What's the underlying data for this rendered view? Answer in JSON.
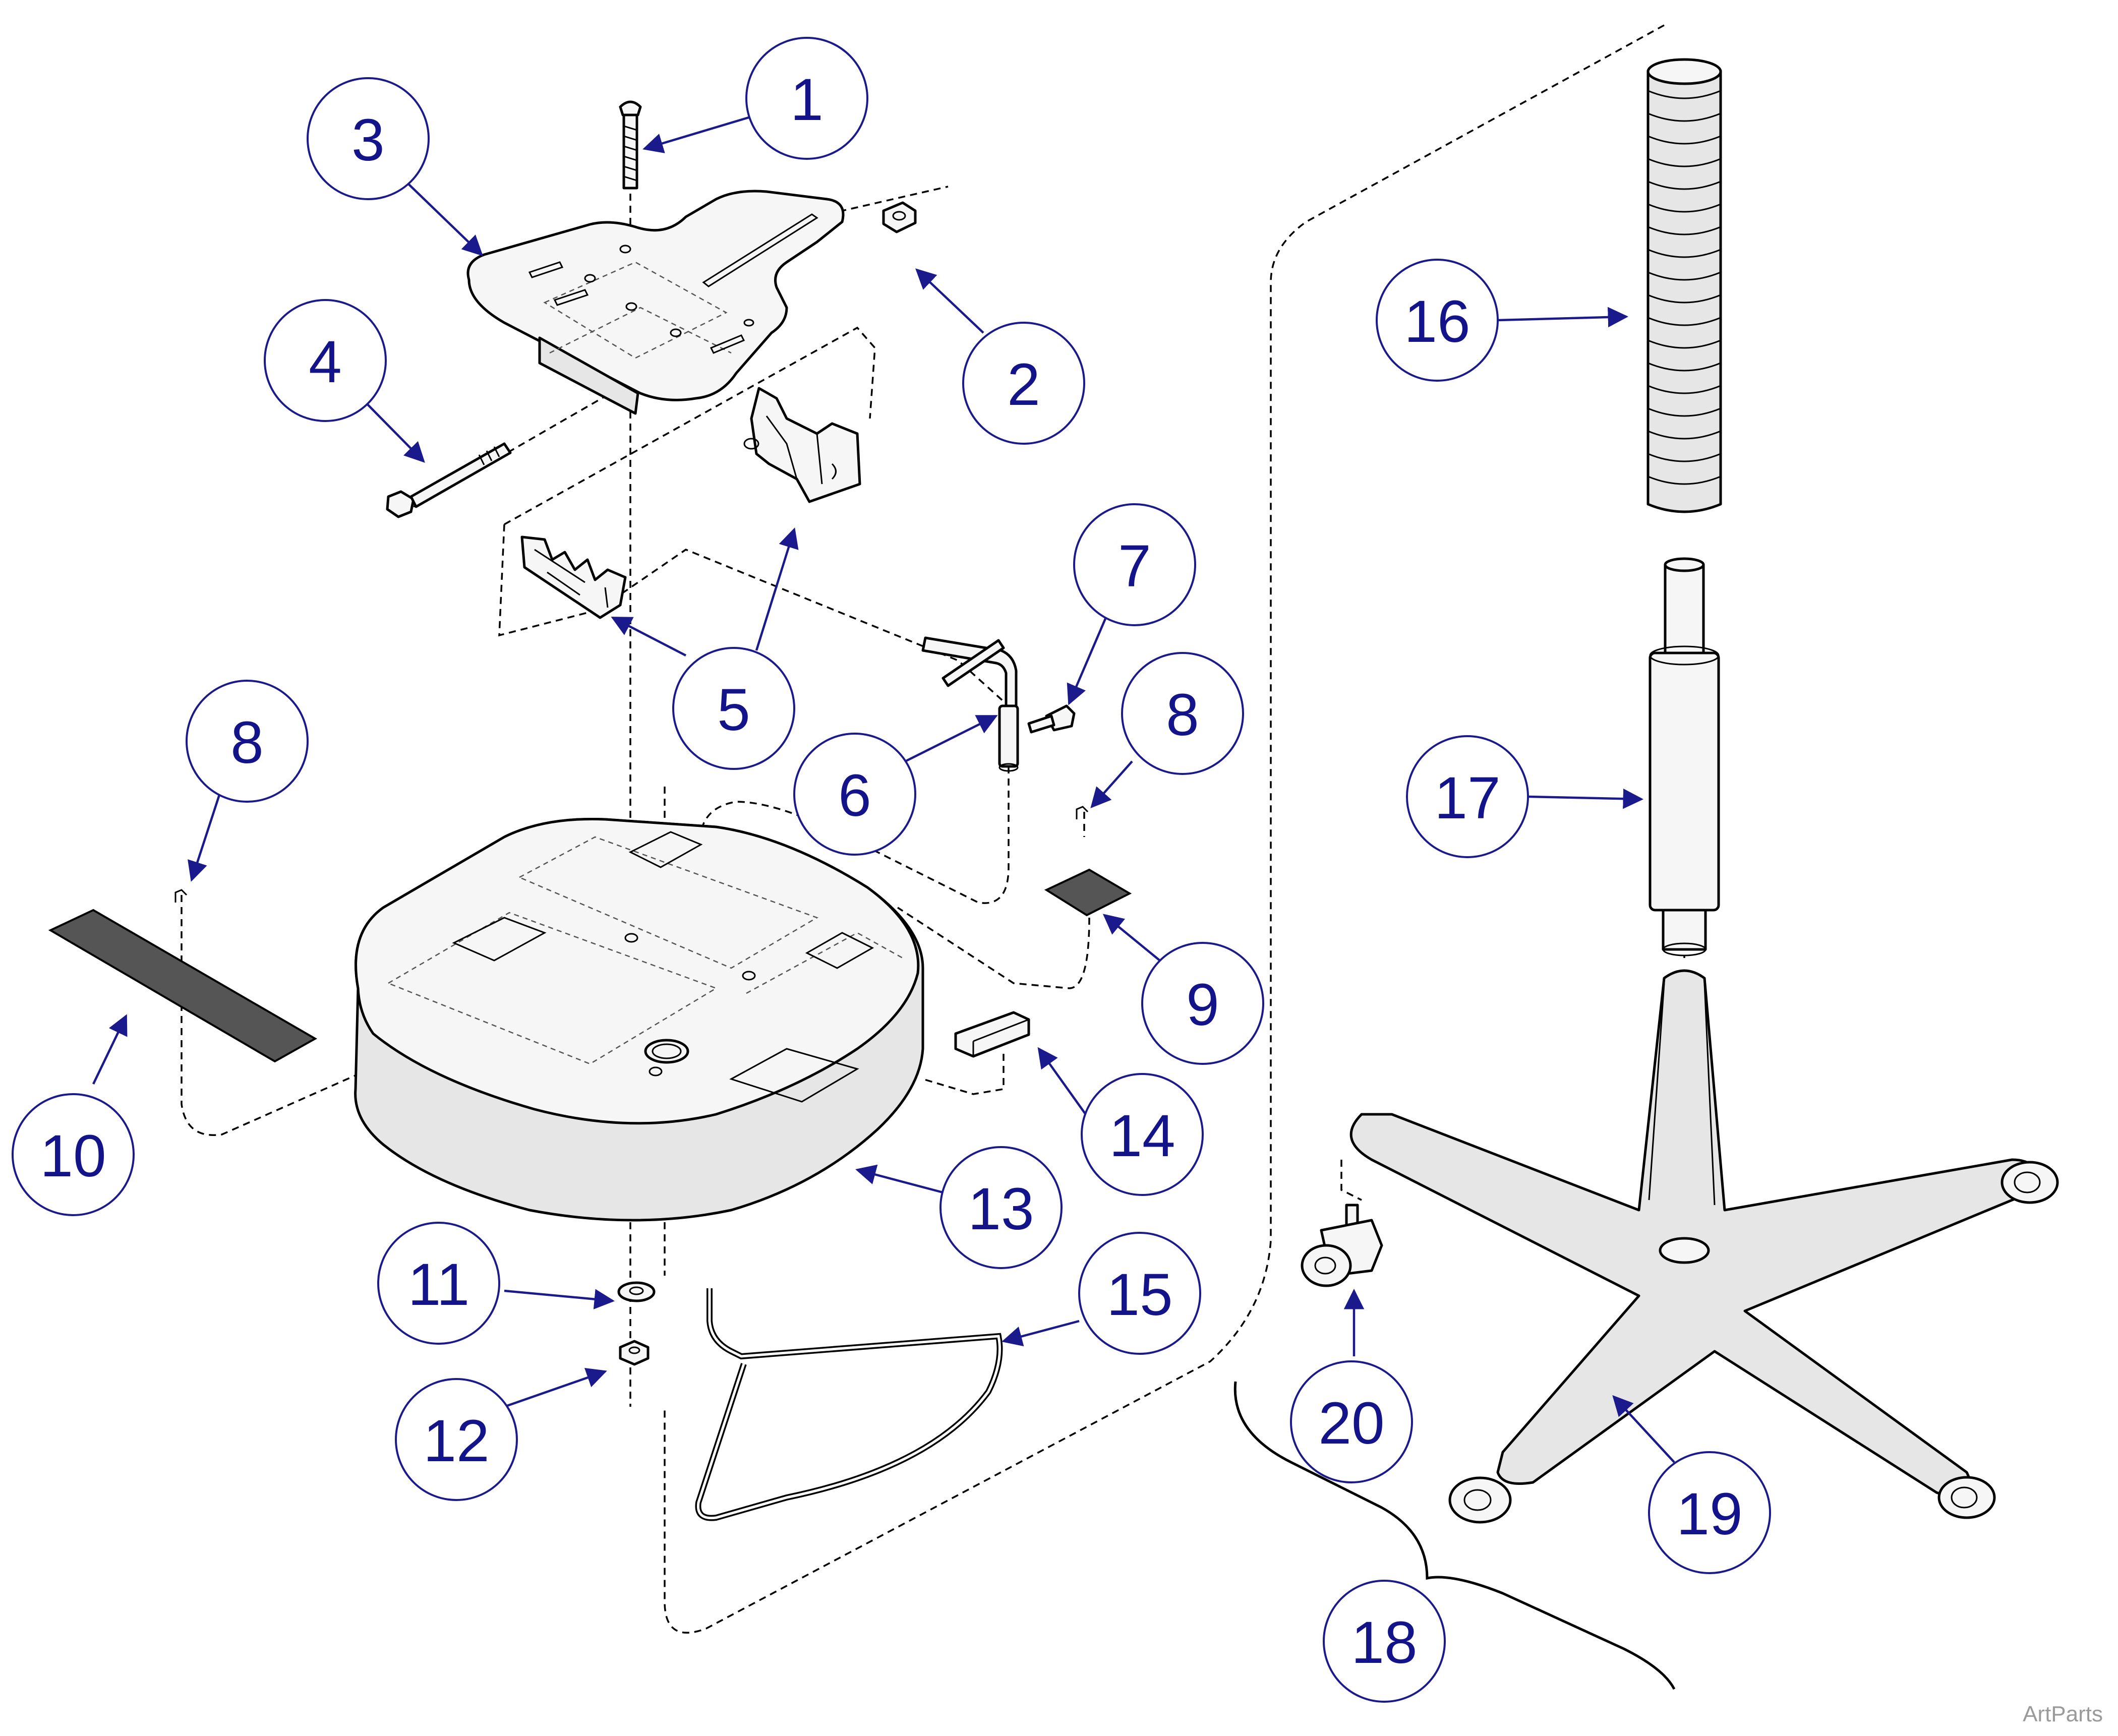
{
  "callouts": [
    "1",
    "2",
    "3",
    "4",
    "5",
    "6",
    "7",
    "8",
    "8",
    "9",
    "10",
    "11",
    "12",
    "13",
    "14",
    "15",
    "16",
    "17",
    "18",
    "19",
    "20"
  ],
  "watermark": "ArtParts",
  "colors": {
    "callout_stroke": "#1a1a8c",
    "callout_text": "#14148a",
    "part_fill": "#e6e6e6",
    "pad_fill": "#555555"
  }
}
